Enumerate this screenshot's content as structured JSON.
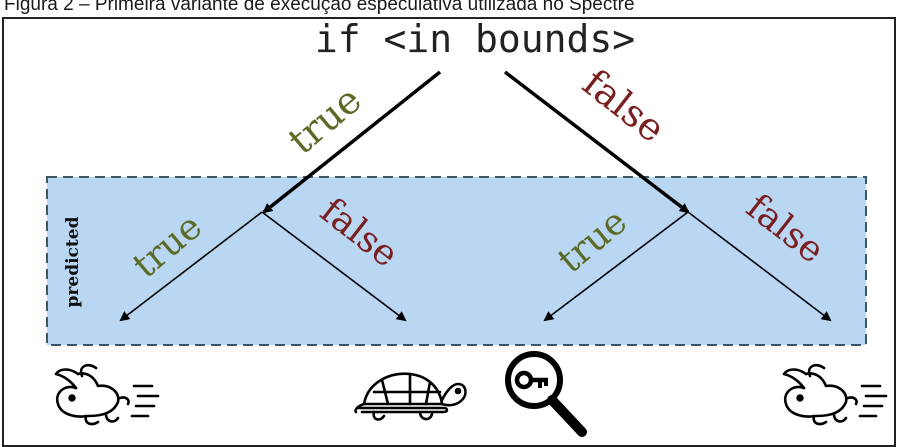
{
  "caption": "Figura 2 – Primeira variante de execução especulativa utilizada no Spectre",
  "condition": "if <in bounds>",
  "region_label": "predicted",
  "branches": {
    "top_true": "true",
    "top_false": "false",
    "left_true": "true",
    "left_false": "false",
    "right_true": "true",
    "right_false": "false"
  },
  "outcomes": [
    "rabbit-icon",
    "turtle-icon",
    "magnifier-key-icon",
    "rabbit-icon"
  ],
  "colors": {
    "true_label": "#5b6b26",
    "false_label": "#7a1f1f",
    "predicted_fill": "#b9d6f2",
    "predicted_border": "#3e5868"
  }
}
